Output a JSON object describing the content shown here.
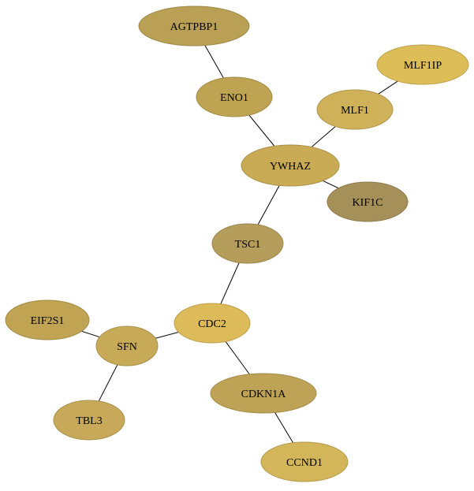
{
  "nodes": [
    {
      "id": "AGTPBP1",
      "label": "AGTPBP1",
      "color": "#B9A055"
    },
    {
      "id": "ENO1",
      "label": "ENO1",
      "color": "#BEA353"
    },
    {
      "id": "MLF1IP",
      "label": "MLF1IP",
      "color": "#DDBD58"
    },
    {
      "id": "MLF1",
      "label": "MLF1",
      "color": "#CFB15A"
    },
    {
      "id": "YWHAZ",
      "label": "YWHAZ",
      "color": "#C9AB56"
    },
    {
      "id": "KIF1C",
      "label": "KIF1C",
      "color": "#A69059"
    },
    {
      "id": "TSC1",
      "label": "TSC1",
      "color": "#B59D5C"
    },
    {
      "id": "CDC2",
      "label": "CDC2",
      "color": "#DDBB5A"
    },
    {
      "id": "EIF2S1",
      "label": "EIF2S1",
      "color": "#C0A453"
    },
    {
      "id": "SFN",
      "label": "SFN",
      "color": "#C7AA58"
    },
    {
      "id": "CDKN1A",
      "label": "CDKN1A",
      "color": "#BEA356"
    },
    {
      "id": "TBL3",
      "label": "TBL3",
      "color": "#C7A959"
    },
    {
      "id": "CCND1",
      "label": "CCND1",
      "color": "#D3B55A"
    }
  ],
  "edges": [
    {
      "from": "AGTPBP1",
      "to": "ENO1"
    },
    {
      "from": "ENO1",
      "to": "YWHAZ"
    },
    {
      "from": "MLF1IP",
      "to": "MLF1"
    },
    {
      "from": "MLF1",
      "to": "YWHAZ"
    },
    {
      "from": "YWHAZ",
      "to": "KIF1C"
    },
    {
      "from": "YWHAZ",
      "to": "TSC1"
    },
    {
      "from": "TSC1",
      "to": "CDC2"
    },
    {
      "from": "CDC2",
      "to": "SFN"
    },
    {
      "from": "CDC2",
      "to": "CDKN1A"
    },
    {
      "from": "EIF2S1",
      "to": "SFN"
    },
    {
      "from": "SFN",
      "to": "TBL3"
    },
    {
      "from": "CDKN1A",
      "to": "CCND1"
    }
  ]
}
